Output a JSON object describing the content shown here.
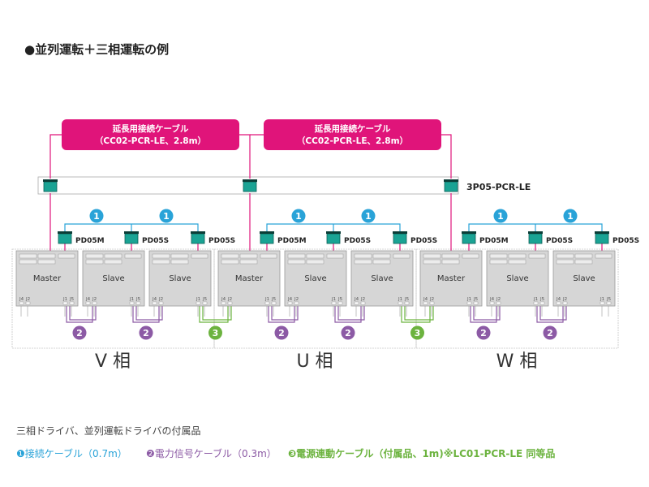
{
  "title": "●並列運転＋三相運転の例",
  "ext_cables": [
    {
      "line1": "延長用接続ケーブル",
      "line2": "（CC02-PCR-LE、2.8m）"
    },
    {
      "line1": "延長用接続ケーブル",
      "line2": "（CC02-PCR-LE、2.8m）"
    }
  ],
  "splitter_label": "3P05-PCR-LE",
  "phases": [
    {
      "name": "V 相",
      "modules": [
        "PD05M",
        "PD05S",
        "PD05S"
      ],
      "drivers": [
        "Master",
        "Slave",
        "Slave"
      ]
    },
    {
      "name": "U 相",
      "modules": [
        "PD05M",
        "PD05S",
        "PD05S"
      ],
      "drivers": [
        "Master",
        "Slave",
        "Slave"
      ]
    },
    {
      "name": "W 相",
      "modules": [
        "PD05M",
        "PD05S",
        "PD05S"
      ],
      "drivers": [
        "Master",
        "Slave",
        "Slave"
      ]
    }
  ],
  "jack_labels": {
    "j4": "J4",
    "j2": "J2",
    "j1": "J1",
    "j5": "J5"
  },
  "badges": {
    "link": "1",
    "power": "2",
    "sync": "3"
  },
  "colors": {
    "magenta": "#e0147a",
    "teal": "#1aa394",
    "blue": "#29a3d8",
    "purple": "#8c5aa5",
    "green": "#6cb33f"
  },
  "footer": {
    "heading": "三相ドライバ、並列運転ドライバの付属品",
    "item1": "❶接続ケーブル（0.7m）",
    "item2": "❷電力信号ケーブル（0.3m）",
    "item3": "❸電源連動ケーブル（付属品、1m)※LC01-PCR-LE 同等品"
  }
}
